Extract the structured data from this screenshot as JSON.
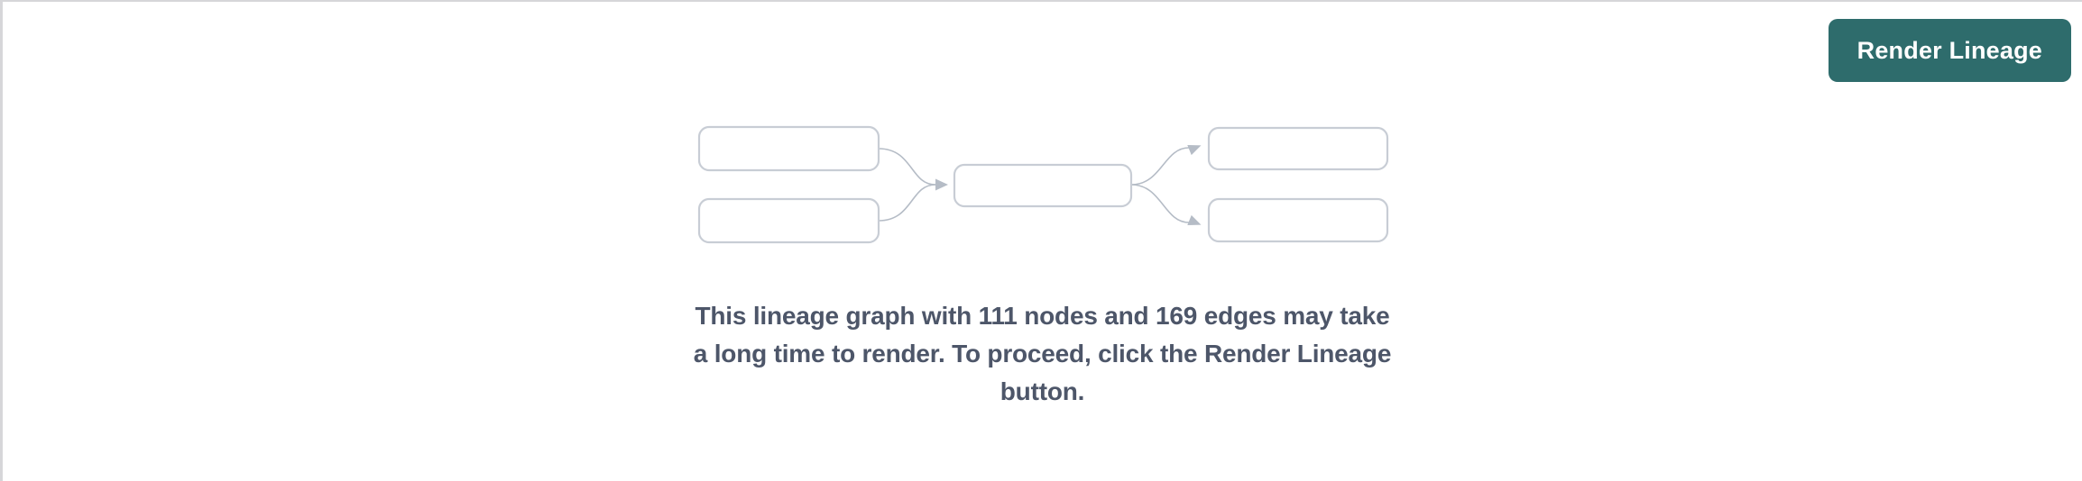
{
  "panel": {
    "background": "#ffffff",
    "border_color": "#d6d6d9"
  },
  "toolbar": {
    "render_lineage_label": "Render Lineage",
    "button_bg": "#2e6c6c",
    "button_text_color": "#ffffff"
  },
  "empty_state": {
    "node_count": 111,
    "edge_count": 169,
    "message": "This lineage graph with 111 nodes and 169 edges may take a long time to render. To proceed, click the Render Lineage button.",
    "message_lines": [
      "This lineage graph with 111 nodes and 169 edges may take",
      "a long time to render. To proceed, click the Render Lineage",
      "button."
    ],
    "text_color": "#4d5669",
    "placeholder_graph": {
      "node_box_border_color": "#c8cdd5",
      "edge_color": "#b5bcc6",
      "left_nodes": 2,
      "center_nodes": 1,
      "right_nodes": 2
    }
  }
}
